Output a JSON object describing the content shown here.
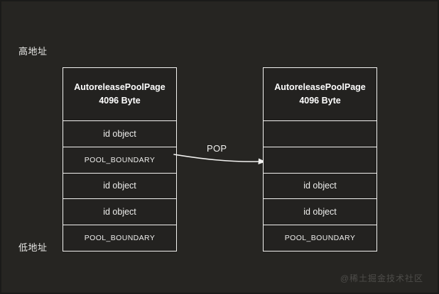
{
  "canvas": {
    "background_color": "#262522",
    "border_color": "#1b1b19",
    "line_color": "#f2f2f0",
    "text_color": "#eeeeec"
  },
  "labels": {
    "high_address": "高地址",
    "low_address": "低地址"
  },
  "arrow": {
    "label": "POP",
    "direction": "left-to-right",
    "icon": "arrow-right-icon"
  },
  "pool_pages": [
    {
      "id": "left",
      "header": {
        "line1": "AutoreleasePoolPage",
        "line2": "4096 Byte"
      },
      "slots": [
        {
          "label": "id object",
          "kind": "obj"
        },
        {
          "label": "POOL_BOUNDARY",
          "kind": "boundary"
        },
        {
          "label": "id object",
          "kind": "obj"
        },
        {
          "label": "id object",
          "kind": "obj"
        },
        {
          "label": "POOL_BOUNDARY",
          "kind": "boundary"
        }
      ]
    },
    {
      "id": "right",
      "header": {
        "line1": "AutoreleasePoolPage",
        "line2": "4096 Byte"
      },
      "slots": [
        {
          "label": "",
          "kind": "empty"
        },
        {
          "label": "",
          "kind": "empty"
        },
        {
          "label": "id object",
          "kind": "obj"
        },
        {
          "label": "id object",
          "kind": "obj"
        },
        {
          "label": "POOL_BOUNDARY",
          "kind": "boundary"
        }
      ]
    }
  ],
  "watermark": {
    "text": "@稀土掘金技术社区"
  }
}
